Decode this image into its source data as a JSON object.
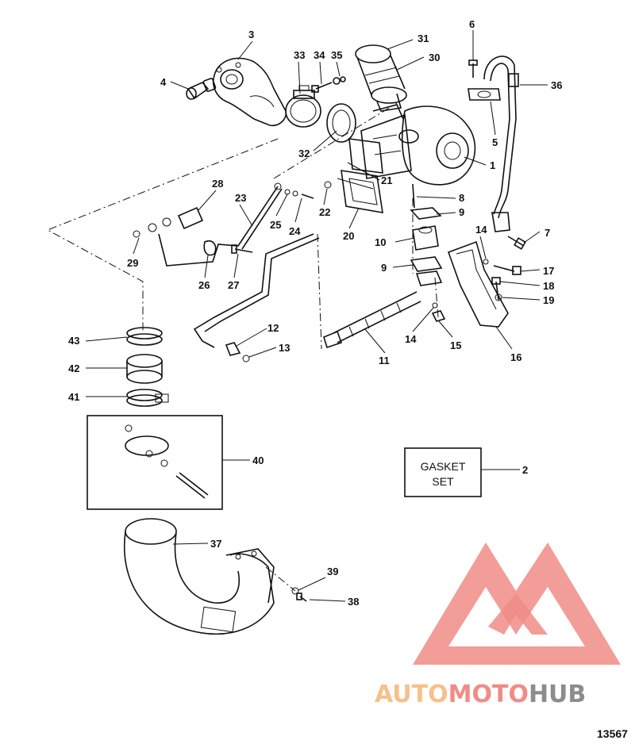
{
  "callouts": [
    {
      "id": "1",
      "label": "1"
    },
    {
      "id": "2",
      "label": "2"
    },
    {
      "id": "3",
      "label": "3"
    },
    {
      "id": "4",
      "label": "4"
    },
    {
      "id": "5",
      "label": "5"
    },
    {
      "id": "6",
      "label": "6"
    },
    {
      "id": "7",
      "label": "7"
    },
    {
      "id": "8",
      "label": "8"
    },
    {
      "id": "9a",
      "label": "9"
    },
    {
      "id": "9b",
      "label": "9"
    },
    {
      "id": "10",
      "label": "10"
    },
    {
      "id": "11",
      "label": "11"
    },
    {
      "id": "12",
      "label": "12"
    },
    {
      "id": "13",
      "label": "13"
    },
    {
      "id": "14a",
      "label": "14"
    },
    {
      "id": "14b",
      "label": "14"
    },
    {
      "id": "15",
      "label": "15"
    },
    {
      "id": "16",
      "label": "16"
    },
    {
      "id": "17",
      "label": "17"
    },
    {
      "id": "18",
      "label": "18"
    },
    {
      "id": "19",
      "label": "19"
    },
    {
      "id": "20",
      "label": "20"
    },
    {
      "id": "21",
      "label": "21"
    },
    {
      "id": "22",
      "label": "22"
    },
    {
      "id": "23",
      "label": "23"
    },
    {
      "id": "24",
      "label": "24"
    },
    {
      "id": "25",
      "label": "25"
    },
    {
      "id": "26",
      "label": "26"
    },
    {
      "id": "27",
      "label": "27"
    },
    {
      "id": "28",
      "label": "28"
    },
    {
      "id": "29",
      "label": "29"
    },
    {
      "id": "30",
      "label": "30"
    },
    {
      "id": "31",
      "label": "31"
    },
    {
      "id": "32",
      "label": "32"
    },
    {
      "id": "33",
      "label": "33"
    },
    {
      "id": "34",
      "label": "34"
    },
    {
      "id": "35",
      "label": "35"
    },
    {
      "id": "36",
      "label": "36"
    },
    {
      "id": "37",
      "label": "37"
    },
    {
      "id": "38",
      "label": "38"
    },
    {
      "id": "39",
      "label": "39"
    },
    {
      "id": "40",
      "label": "40"
    },
    {
      "id": "41",
      "label": "41"
    },
    {
      "id": "42",
      "label": "42"
    },
    {
      "id": "43",
      "label": "43"
    }
  ],
  "gasket_box": {
    "line1": "GASKET",
    "line2": "SET"
  },
  "watermark": {
    "part1": "AUTO",
    "part2": "MOTO",
    "part3": "HUB",
    "color1": "#f7c08a",
    "color2": "#f08c86",
    "color3": "#8c8c8c"
  },
  "figure_number": "13567",
  "colors": {
    "ink": "#111111",
    "logo_red": "#f08c86"
  }
}
